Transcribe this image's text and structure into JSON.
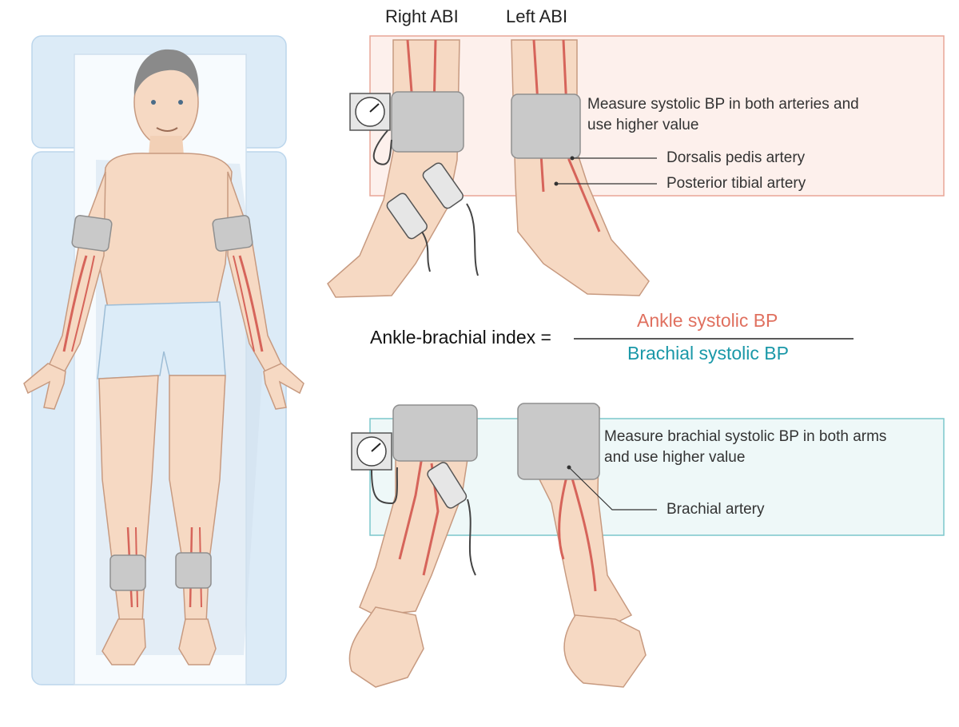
{
  "colors": {
    "ankle": "#e0705f",
    "brachial": "#1a98a8",
    "ankle_panel_fill": "#fdf0ec",
    "ankle_panel_border": "#e8a597",
    "brachial_panel_fill": "#eef8f8",
    "brachial_panel_border": "#7cc7cc",
    "bed": "#dcebf7",
    "skin": "#f6d9c3",
    "cuff": "#c9c9c9",
    "artery": "#d6645a"
  },
  "headings": {
    "right_abi": "Right ABI",
    "left_abi": "Left ABI"
  },
  "ankle_panel": {
    "instruction_line1": "Measure systolic BP in both arteries and",
    "instruction_line2": "use higher value",
    "dorsalis_label": "Dorsalis pedis artery",
    "posterior_label": "Posterior tibial artery"
  },
  "formula": {
    "left_side": "Ankle-brachial index =",
    "numerator": "Ankle systolic BP",
    "denominator": "Brachial systolic BP"
  },
  "brachial_panel": {
    "instruction_line1": "Measure brachial systolic BP in both arms",
    "instruction_line2": "and use higher value",
    "brachial_label": "Brachial artery"
  },
  "icons": {
    "gauge": "sphygmomanometer-gauge-icon",
    "doppler": "doppler-probe-icon"
  }
}
